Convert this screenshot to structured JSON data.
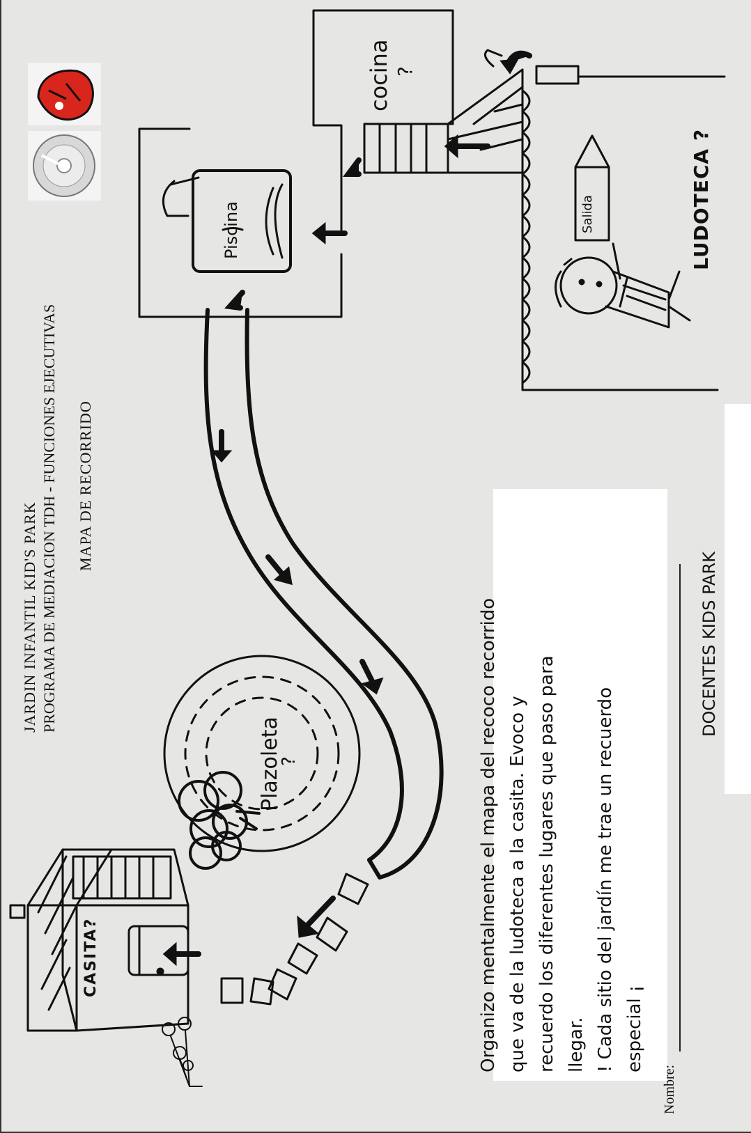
{
  "header": {
    "line1": "JARDIN INFANTIL KID'S PARK",
    "line2": "PROGRAMA DE MEDIACION TDH - FUNCIONES EJECUTIVAS",
    "line3": "MAPA DE RECORRIDO"
  },
  "places": {
    "casita": "CASITA?",
    "plazoleta": "Plazoleta",
    "plazoleta_q": "?",
    "piscina": "Piscina",
    "cocina": "cocina",
    "cocina_q": "?",
    "ludoteca": "LUDOTECA ?",
    "salida": "Salida"
  },
  "instructions": {
    "line1": "Organizo mentalmente el mapa del recoco recorrido",
    "line2": "que va de la ludoteca a la casita. Evoco y",
    "line3": "recuerdo los diferentes lugares que paso para",
    "line4": "llegar.",
    "line5": "! Cada sitio del jardín me trae un recuerdo",
    "line6": "especial ¡"
  },
  "footer": {
    "nombre_label": "Nombre:",
    "docentes": "DOCENTES KIDS PARK"
  },
  "icons": [
    "cd-disc-icon",
    "red-mask-logo-icon",
    "arrow-icon",
    "tree-icon",
    "child-icon",
    "stairs-icon",
    "flowers-icon"
  ]
}
